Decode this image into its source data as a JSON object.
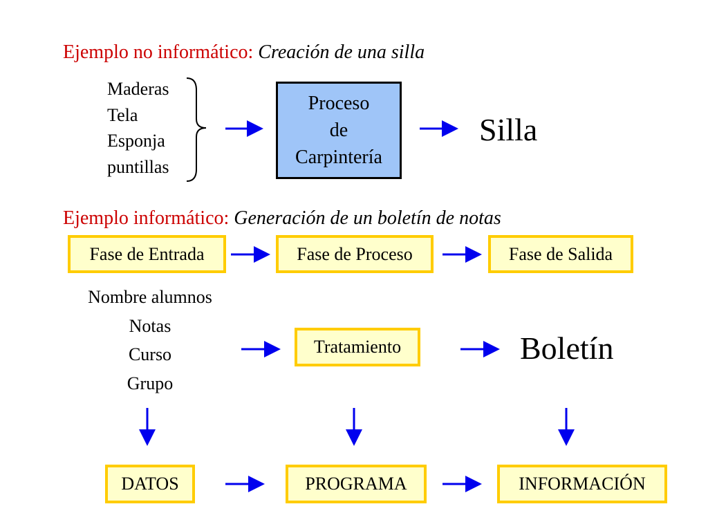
{
  "example1": {
    "heading_prefix": "Ejemplo no informático:",
    "heading_suffix": "Creación de una silla",
    "materials": [
      "Maderas",
      "Tela",
      "Esponja",
      "puntillas"
    ],
    "process_lines": [
      "Proceso",
      "de",
      "Carpintería"
    ],
    "result": "Silla"
  },
  "example2": {
    "heading_prefix": "Ejemplo informático:",
    "heading_suffix": "Generación de un boletín de notas",
    "phases": [
      "Fase de Entrada",
      "Fase de Proceso",
      "Fase de Salida"
    ],
    "inputs": [
      "Nombre alumnos",
      "Notas",
      "Curso",
      "Grupo"
    ],
    "treatment": "Tratamiento",
    "result": "Boletín",
    "bottom": [
      "DATOS",
      "PROGRAMA",
      "INFORMACIÓN"
    ]
  },
  "colors": {
    "heading_red": "#cc0000",
    "arrow_blue": "#0000ee",
    "process_box_fill": "#9fc5f8",
    "phase_box_fill": "#ffffcc",
    "phase_box_border": "#ffcc00"
  }
}
